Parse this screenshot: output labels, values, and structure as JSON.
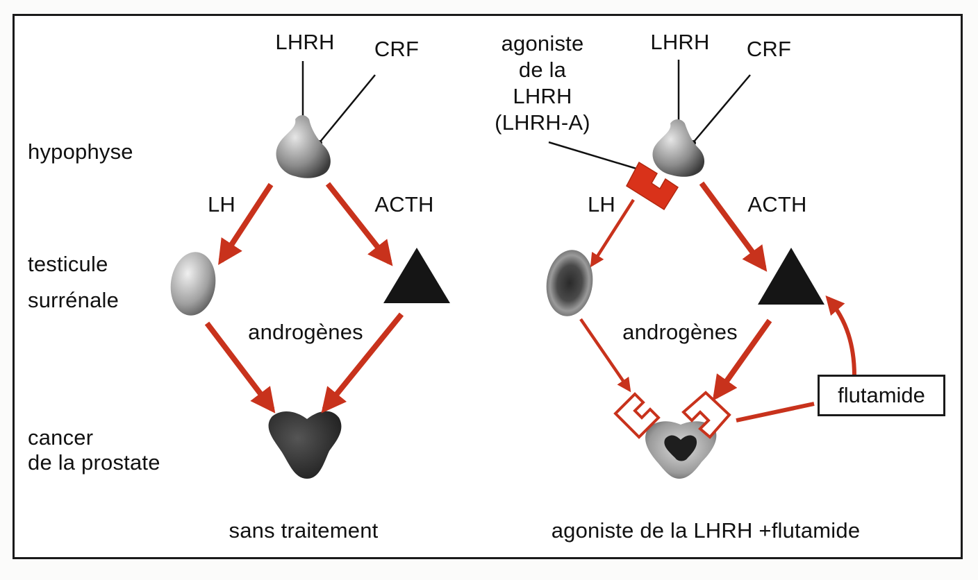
{
  "left_panel": {
    "labels": {
      "lhrh": "LHRH",
      "crf": "CRF",
      "lh": "LH",
      "acth": "ACTH",
      "androgens": "androgènes"
    },
    "caption": "sans traitement"
  },
  "right_panel": {
    "labels": {
      "agonist_line1": "agoniste",
      "agonist_line2": "de la",
      "agonist_line3": "LHRH",
      "agonist_line4": "(LHRH-A)",
      "lhrh": "LHRH",
      "crf": "CRF",
      "lh": "LH",
      "acth": "ACTH",
      "androgens": "androgènes",
      "flutamide": "flutamide"
    },
    "caption": "agoniste de la LHRH +flutamide"
  },
  "row_labels": {
    "pituitary": "hypophyse",
    "testis": "testicule",
    "adrenal": "surrénale",
    "cancer_line1": "cancer",
    "cancer_line2": "de la prostate"
  },
  "colors": {
    "arrow": "#c8321c",
    "receptor_fill": "#d9321a",
    "outline": "#1a1a1a",
    "text": "#111111"
  }
}
